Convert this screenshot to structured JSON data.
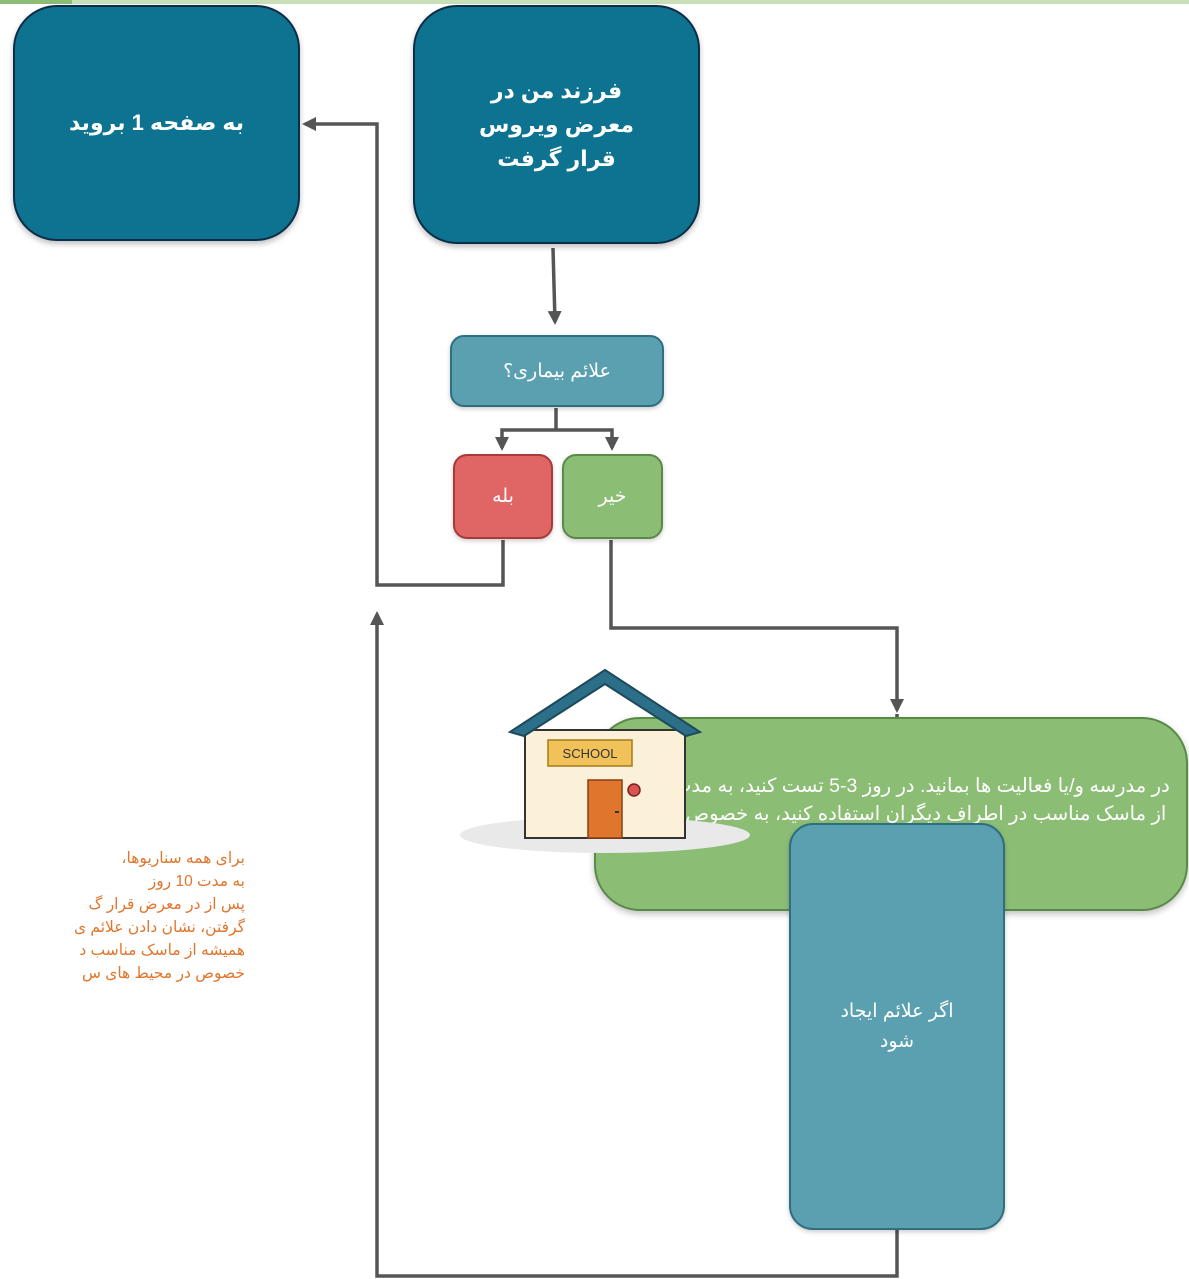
{
  "nodes": {
    "start": "فرزند من در معرض ویروس قرار گرفت",
    "go_page": "به صفحه 1 بروید",
    "question": "علائم بیماری؟",
    "yes": "بله",
    "no": "خیر",
    "stay": "در مدرسه و/یا فعالیت ها بمانید. در روز 3-5 تست کنید، به مدت 10 روز از ماسک مناسب در اطراف دیگران استفاده کنید، به خصوص در داخل خانه.",
    "if_symptoms": "اگر علائم ایجاد شود"
  },
  "side_note": {
    "line1": "برای همه سناریوها،",
    "line2": "به مدت 10 روز",
    "line3": "پس از در معرض قرار گ",
    "line4": "گرفتن، نشان دادن علائم ی",
    "line5": "همیشه از ماسک مناسب د",
    "line6": "خصوص در محیط های س"
  },
  "school_sign": "SCHOOL",
  "colors": {
    "dark_box": "#0d7391",
    "teal_box": "#5ba0b0",
    "red_box": "#e06565",
    "green_box": "#8cbd75",
    "connector": "#555555",
    "note_text": "#e0762d"
  },
  "icons": {
    "school": "school-house-icon"
  }
}
